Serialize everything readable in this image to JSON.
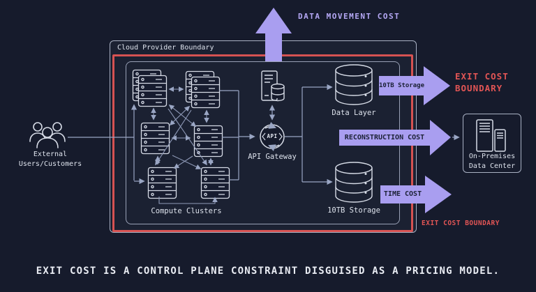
{
  "colors": {
    "background": "#161b2c",
    "accent_purple": "#a99ef0",
    "boundary_red": "#d65252",
    "purple_text": "#b6a9f6",
    "red_text": "#e25555",
    "line_gray": "#9aa6c4",
    "icon_stroke": "#d6dbe6"
  },
  "caption": "EXIT COST IS A CONTROL PLANE CONSTRAINT DISGUISED AS A PRICING MODEL.",
  "cloud_boundary": {
    "label": "Cloud Provider Boundary"
  },
  "external_users": {
    "line1": "External",
    "line2": "Users/Customers"
  },
  "compute_clusters": {
    "label": "Compute Clusters"
  },
  "api_gateway": {
    "label": "API Gateway",
    "icon_text": "API"
  },
  "data_layer": {
    "label": "Data Layer"
  },
  "storage": {
    "label": "10TB Storage"
  },
  "on_premises": {
    "line1": "On-Premises",
    "line2": "Data Center"
  },
  "cost_labels": {
    "data_movement": "DATA MOVEMENT COST",
    "storage_export": "10TB Storage",
    "reconstruction": "RECONSTRUCTION COST",
    "time": "TIME COST",
    "exit_boundary_line1": "EXIT COST",
    "exit_boundary_line2": "BOUNDARY",
    "exit_boundary_bottom": "EXIT COST BOUNDARY"
  }
}
